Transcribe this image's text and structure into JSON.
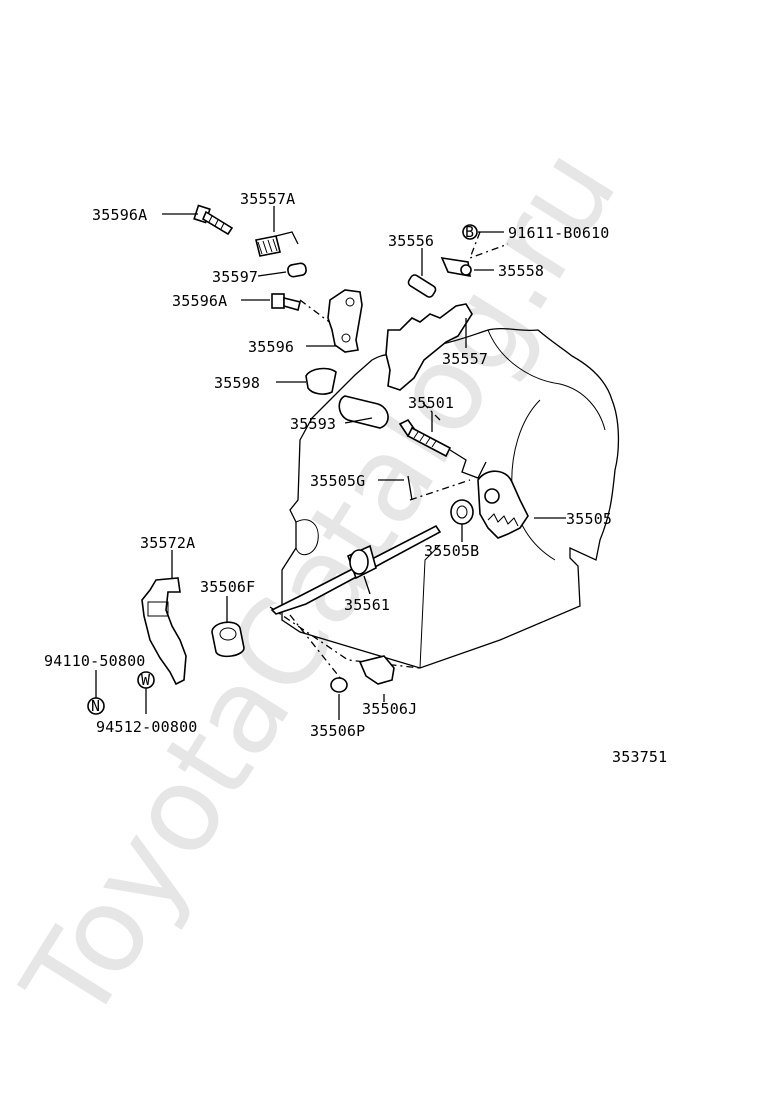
{
  "watermark": "ToyotaCatalog.ru",
  "diagram_code": "353751",
  "parts": {
    "p35596A_1": "35596A",
    "p35557A": "35557A",
    "p35597": "35597",
    "p35596A_2": "35596A",
    "p35596": "35596",
    "p35598": "35598",
    "p35593": "35593",
    "p35556": "35556",
    "p91611": "91611-B0610",
    "p35558": "35558",
    "p35557": "35557",
    "p35501": "35501",
    "p35505G": "35505G",
    "p35505": "35505",
    "p35505B": "35505B",
    "p35572A": "35572A",
    "p35506F": "35506F",
    "p35561": "35561",
    "p94110": "94110-50800",
    "p94512": "94512-00800",
    "p35506J": "35506J",
    "p35506P": "35506P"
  },
  "markers": {
    "b_marker": "B",
    "n_marker": "N",
    "w_marker": "W"
  }
}
